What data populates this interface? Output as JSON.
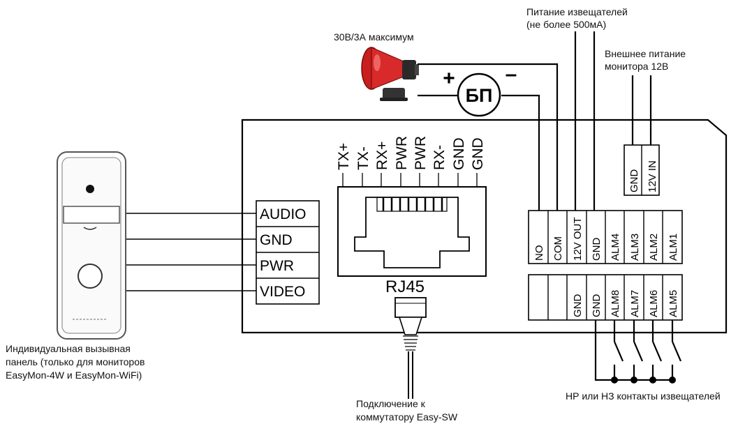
{
  "labels": {
    "detector_power": [
      "Питание извещателей",
      "(не более 500мА)"
    ],
    "siren_max": "30В/3А максимум",
    "monitor_power": [
      "Внешнее питание",
      "монитора 12В"
    ],
    "panel": [
      "Индивидуальная вызывная",
      "панель (только для мониторов",
      "EasyMon-4W и EasyMon-WiFi)"
    ],
    "switch": [
      "Подключение к",
      "коммутатору Easy-SW"
    ],
    "contacts": "НР или НЗ контакты извещателей",
    "connector": "RJ45",
    "psu": "БП",
    "plus": "+",
    "minus": "–"
  },
  "rj45_pins": [
    "TX+",
    "TX-",
    "RX+",
    "PWR",
    "PWR",
    "RX-",
    "GND",
    "GND"
  ],
  "panel_terminals": [
    "AUDIO",
    "GND",
    "PWR",
    "VIDEO"
  ],
  "power_terminals": [
    "GND",
    "12V IN"
  ],
  "relay_block_top": [
    "NO",
    "COM",
    "12V OUT",
    "GND",
    "ALM4",
    "ALM3",
    "ALM2",
    "ALM1"
  ],
  "relay_block_bottom": [
    "",
    "",
    "GND",
    "GND",
    "ALM8",
    "ALM7",
    "ALM6",
    "ALM5"
  ]
}
